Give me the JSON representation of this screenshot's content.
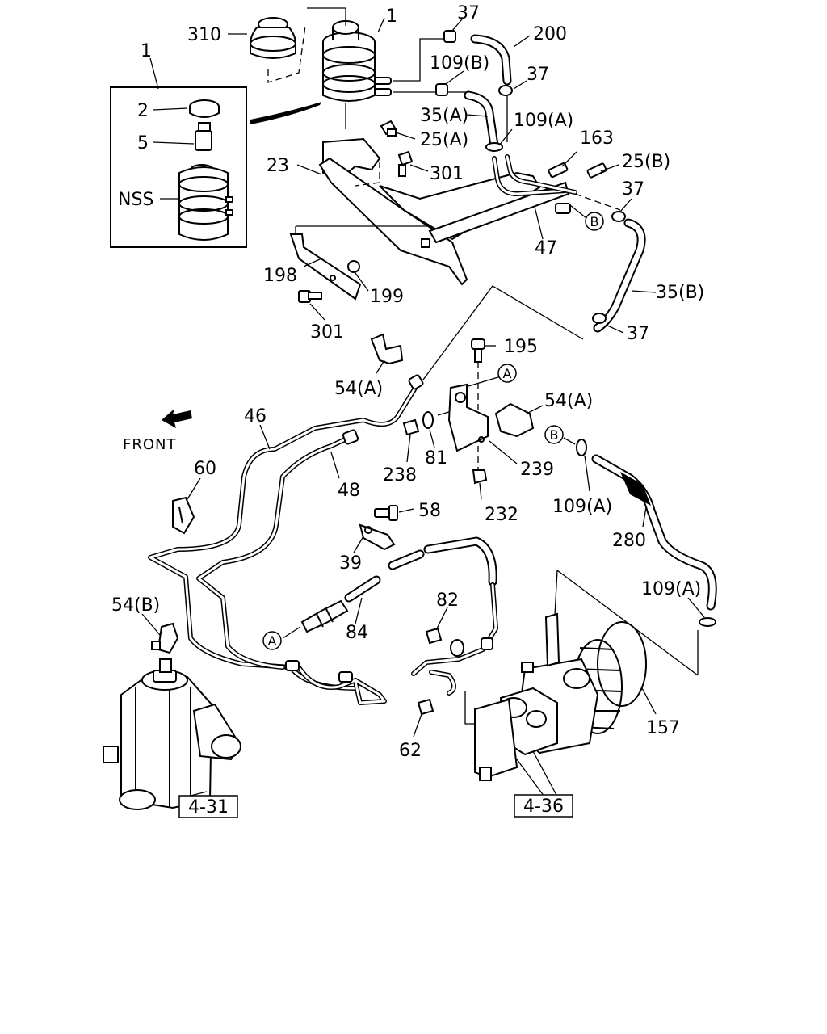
{
  "labels": {
    "l310": "310",
    "l1_top": "1",
    "l37_a": "37",
    "l200": "200",
    "l109b": "109(B)",
    "l37_b": "37",
    "l1_left": "1",
    "l2": "2",
    "l5": "5",
    "lnss": "NSS",
    "l35a": "35(A)",
    "l109a_top": "109(A)",
    "l25a": "25(A)",
    "l163": "163",
    "l25b": "25(B)",
    "l23": "23",
    "l301_top": "301",
    "l37_c": "37",
    "l47": "47",
    "l198": "198",
    "l199": "199",
    "l35b": "35(B)",
    "l301_bot": "301",
    "l37_d": "37",
    "l195": "195",
    "l54a_left": "54(A)",
    "l54a_right": "54(A)",
    "l46": "46",
    "l81": "81",
    "l238": "238",
    "l239": "239",
    "l232": "232",
    "l48": "48",
    "l60": "60",
    "l58": "58",
    "l109a_mid": "109(A)",
    "l280": "280",
    "l39": "39",
    "l82": "82",
    "l84": "84",
    "l109a_low": "109(A)",
    "l54b": "54(B)",
    "l157": "157",
    "l62": "62"
  },
  "front_label": "FRONT",
  "circled": {
    "a1": "A",
    "a2": "A",
    "b1": "B",
    "b2": "B"
  },
  "refs": {
    "steering_gear": "4-31",
    "pump": "4-36"
  }
}
